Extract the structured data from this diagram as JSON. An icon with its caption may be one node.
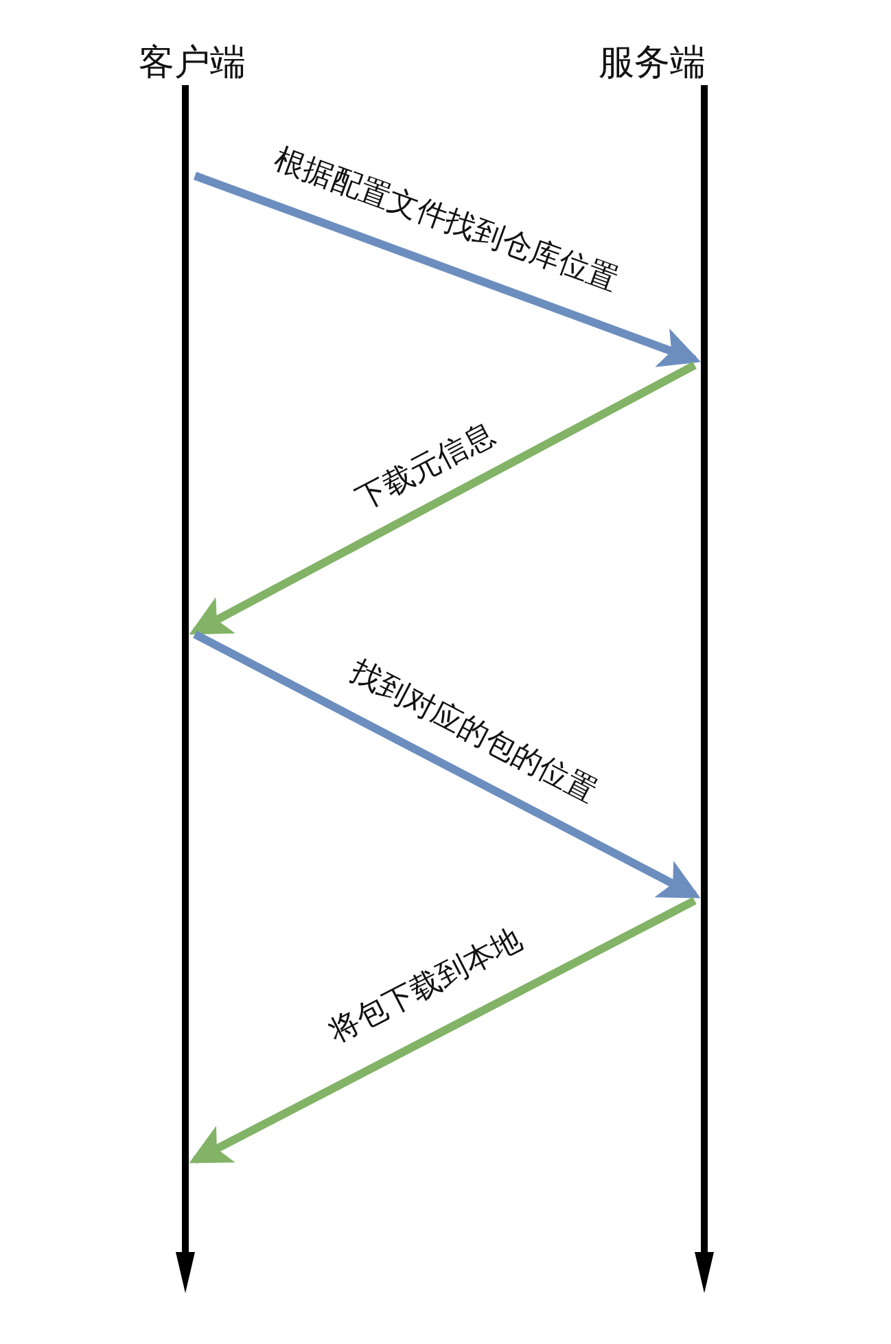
{
  "diagram": {
    "nodes": [
      {
        "text": [
          "客户端"
        ]
      },
      {
        "text": [
          "服务端"
        ]
      },
      {
        "text": [],
        "shape": "bar"
      },
      {
        "text": [],
        "shape": "bar"
      }
    ],
    "edges": [
      {
        "from": 2,
        "to": 3,
        "arrow": "to",
        "label": "根据配置文件找到仓库位置",
        "color": "#6c8ebf"
      },
      {
        "from": 3,
        "to": 2,
        "arrow": "to",
        "label": "下载元信息",
        "color": "#82b366"
      },
      {
        "from": 2,
        "to": 3,
        "arrow": "to",
        "label": "找到对应的包的位置",
        "color": "#6c8ebf"
      },
      {
        "from": 3,
        "to": 2,
        "arrow": "to",
        "label": "将包下载到本地",
        "color": "#82b366"
      }
    ]
  }
}
